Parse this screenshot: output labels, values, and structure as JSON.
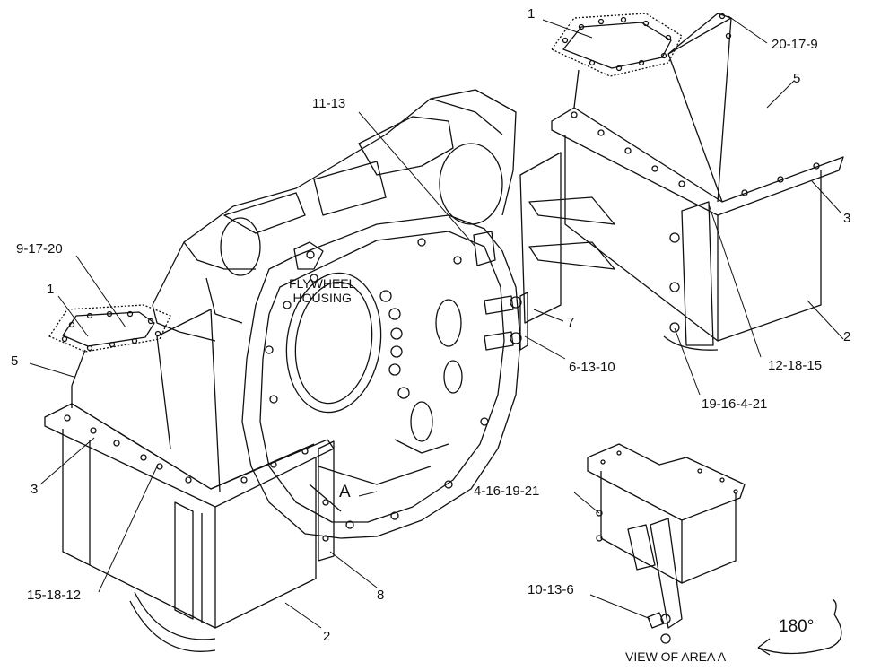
{
  "diagram": {
    "callouts": {
      "c_1_top": "1",
      "c_20_17_9": "20-17-9",
      "c_5_top": "5",
      "c_11_13": "11-13",
      "c_3_right": "3",
      "c_9_17_20": "9-17-20",
      "c_1_left": "1",
      "c_5_left": "5",
      "c_7": "7",
      "c_2_right": "2",
      "c_6_13_10": "6-13-10",
      "c_12_18_15": "12-18-15",
      "c_19_16_4_21": "19-16-4-21",
      "c_3_left": "3",
      "c_4_16_19_21": "4-16-19-21",
      "c_15_18_12": "15-18-12",
      "c_8": "8",
      "c_10_13_6": "10-13-6",
      "c_2_bottom": "2"
    },
    "housing_label_line1": "FLYWHEEL",
    "housing_label_line2": "HOUSING",
    "area_marker": "A",
    "view_caption": "VIEW OF AREA A",
    "rotation_label": "180°"
  }
}
